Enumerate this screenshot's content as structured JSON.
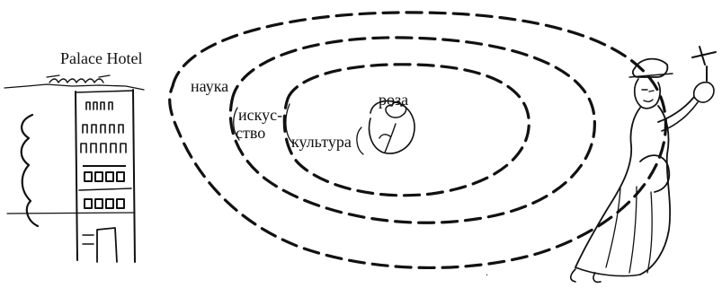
{
  "hotel": {
    "sign": "Palace Hotel"
  },
  "diagram": {
    "rings": [
      {
        "label_lines": [
          "наука"
        ]
      },
      {
        "label_lines": [
          "искус-",
          "ство"
        ]
      },
      {
        "label_lines": [
          "культура"
        ]
      },
      {
        "label_lines": [
          "роза"
        ]
      }
    ]
  }
}
